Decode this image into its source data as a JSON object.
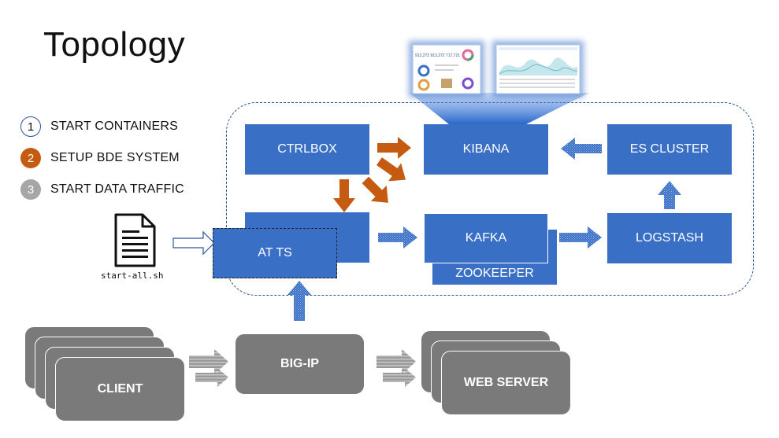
{
  "title": "Topology",
  "legend": [
    {
      "num": "1",
      "label": "START CONTAINERS",
      "color": "#ffffff"
    },
    {
      "num": "2",
      "label": "SETUP BDE SYSTEM",
      "color": "#c55a11"
    },
    {
      "num": "3",
      "label": "START DATA TRAFFIC",
      "color": "#a6a6a6"
    }
  ],
  "nodes": {
    "ctrlbox": "CTRLBOX",
    "kibana": "KIBANA",
    "es_cluster": "ES CLUSTER",
    "atts": "AT TS",
    "kafka": "KAFKA",
    "zookeeper": "ZOOKEEPER",
    "logstash": "LOGSTASH",
    "client": "CLIENT",
    "bigip": "BIG-IP",
    "web_server": "WEB SERVER"
  },
  "script_file": "start-all.sh",
  "dashboard_numbers": "913,272 913,272 717,721",
  "colors": {
    "node_blue": "#3a6fc6",
    "setup_arrow": "#c55a11",
    "client_gray": "#7a7a7a",
    "boundary": "#2f5597"
  }
}
